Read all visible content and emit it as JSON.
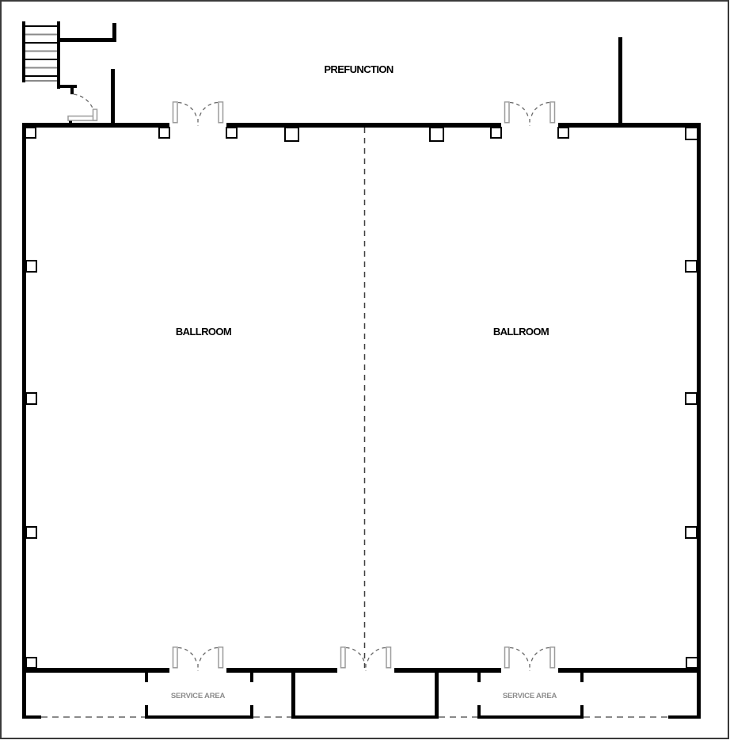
{
  "labels": {
    "prefunction": "PREFUNCTION",
    "ballroom_left": "BALLROOM",
    "ballroom_right": "BALLROOM",
    "service_area_left": "SERVICE AREA",
    "service_area_right": "SERVICE AREA"
  },
  "colors": {
    "wall": "#000000",
    "door_frame": "#9b9b9b",
    "swing_dash": "#666666",
    "boundary_dash": "#8a8a8a",
    "divider_dash": "#3f3f3f",
    "service_text": "#8c8c8c",
    "room_text": "#000000",
    "page_frame": "#3a3a3a",
    "background": "#ffffff"
  }
}
